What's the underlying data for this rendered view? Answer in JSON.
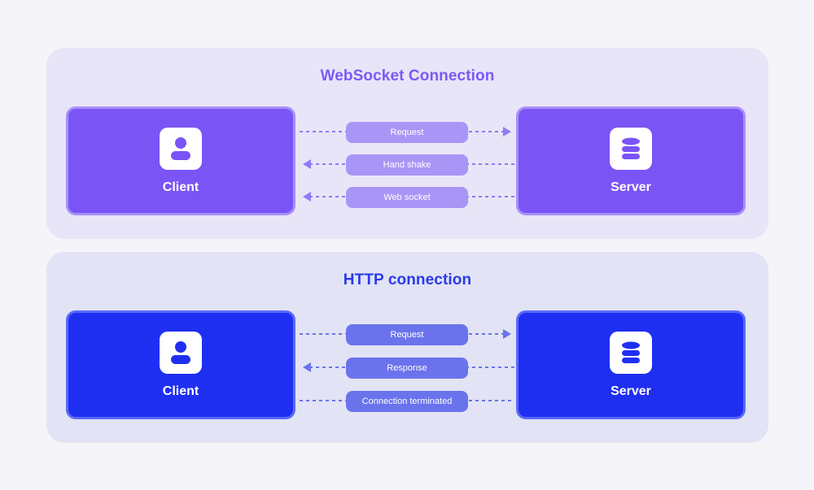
{
  "colors": {
    "page_bg": "#f5f4f8",
    "websocket_accent": "#7a54f5",
    "http_accent": "#1f2ff2"
  },
  "websocket": {
    "title": "WebSocket Connection",
    "client": {
      "label": "Client",
      "icon": "user-icon"
    },
    "server": {
      "label": "Server",
      "icon": "database-icon"
    },
    "messages": [
      {
        "label": "Request",
        "direction": "client-to-server"
      },
      {
        "label": "Hand shake",
        "direction": "server-to-client"
      },
      {
        "label": "Web socket",
        "direction": "server-to-client"
      }
    ]
  },
  "http": {
    "title": "HTTP connection",
    "client": {
      "label": "Client",
      "icon": "user-icon"
    },
    "server": {
      "label": "Server",
      "icon": "database-icon"
    },
    "messages": [
      {
        "label": "Request",
        "direction": "client-to-server"
      },
      {
        "label": "Response",
        "direction": "server-to-client"
      },
      {
        "label": "Connection terminated",
        "direction": "none"
      }
    ]
  }
}
